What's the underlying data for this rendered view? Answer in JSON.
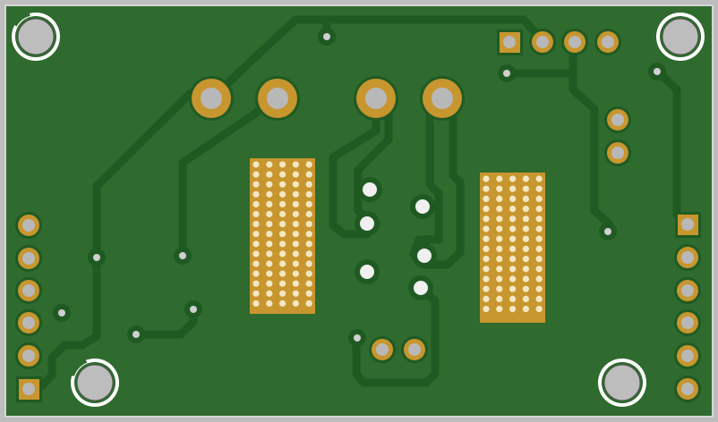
{
  "view": {
    "title": "",
    "colors": {
      "edge": "#c8c8c8",
      "substrate": "#2f6a2e",
      "copper_trace": "#1f5a23",
      "pad_gold": "#c8962e",
      "drill": "#b8b8b8",
      "silkscreen": "#ffffff",
      "via_ring": "#1f5a23",
      "via_hole": "#cfcfcf"
    }
  },
  "board": {
    "mounting_holes": [
      "top-left",
      "top-right",
      "bottom-left",
      "bottom-right"
    ],
    "connector_left_pins": 6,
    "connector_right_pins": 6,
    "large_pads": 4,
    "thermal_pad_arrays": 2
  }
}
